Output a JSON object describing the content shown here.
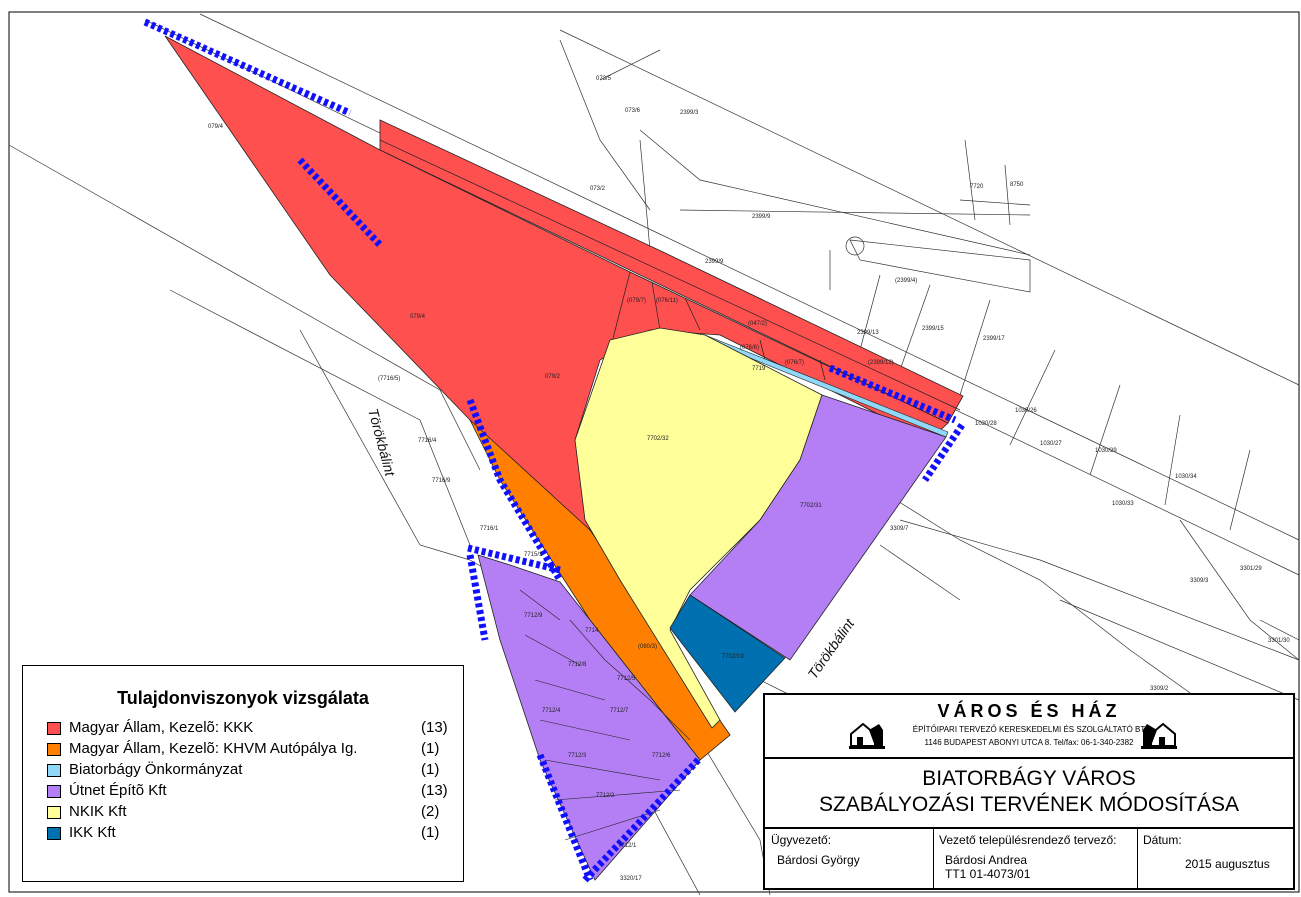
{
  "map": {
    "streets": [
      "Törökbálint",
      "Törökbálint"
    ],
    "parcels": [
      "079/4",
      "079/4",
      "073/5",
      "073/6",
      "2399/3",
      "073/2",
      "2399/9",
      "2399/9",
      "7720",
      "8750",
      "(2399/4)",
      "2399/13",
      "2399/15",
      "2399/17",
      "079/2",
      "(079/7)",
      "(076/11)",
      "(047/2)",
      "(076/6)",
      "(076/7)",
      "7719",
      "(2399/12)",
      "7702/32",
      "7702/31",
      "7702/19",
      "(080/3)",
      "7712/9",
      "7712/8",
      "7712/7",
      "7712/6",
      "7712/5",
      "7712/4",
      "7712/3",
      "7712/2",
      "7712/1",
      "7714",
      "7716/4",
      "7716/9",
      "7716/1",
      "7715/1",
      "(7716/5)",
      "3309/7",
      "3309/3",
      "3309/2",
      "3320/17",
      "1030/26",
      "1030/27",
      "1030/28",
      "1030/29",
      "1030/33",
      "1030/34",
      "3301/29",
      "3301/30"
    ]
  },
  "legend": {
    "title": "Tulajdonviszonyok vizsgálata",
    "items": [
      {
        "label": "Magyar Állam, Kezelõ: KKK",
        "count": "(13)",
        "color": "#ff5050"
      },
      {
        "label": "Magyar Állam, Kezelõ: KHVM Autópálya Ig.",
        "count": "(1)",
        "color": "#ff8000"
      },
      {
        "label": "Biatorbágy Önkormányzat",
        "count": "(1)",
        "color": "#8fd8f8"
      },
      {
        "label": "Útnet Építõ Kft",
        "count": "(13)",
        "color": "#b47ff5"
      },
      {
        "label": "NKIK Kft",
        "count": "(2)",
        "color": "#ffff99"
      },
      {
        "label": "IKK Kft",
        "count": "(1)",
        "color": "#0070b0"
      }
    ]
  },
  "titleblock": {
    "firm": "VÁROS ÉS HÁZ",
    "firm_sub": "ÉPÍTŐIPARI TERVEZŐ KERESKEDELMI ÉS SZOLGÁLTATÓ BT",
    "address": "1146 BUDAPEST ABONYI UTCA 8.  Tel/fax: 06-1-340-2382",
    "title1": "BIATORBÁGY VÁROS",
    "title2": "SZABÁLYOZÁSI TERVÉNEK MÓDOSÍTÁSA",
    "manager_label": "Ügyvezető:",
    "manager_name": "Bárdosi György",
    "planner_label": "Vezető településrendező tervező:",
    "planner_name": "Bárdosi Andrea",
    "planner_id": "TT1 01-4073/01",
    "date_label": "Dátum:",
    "date_value": "2015 augusztus"
  }
}
